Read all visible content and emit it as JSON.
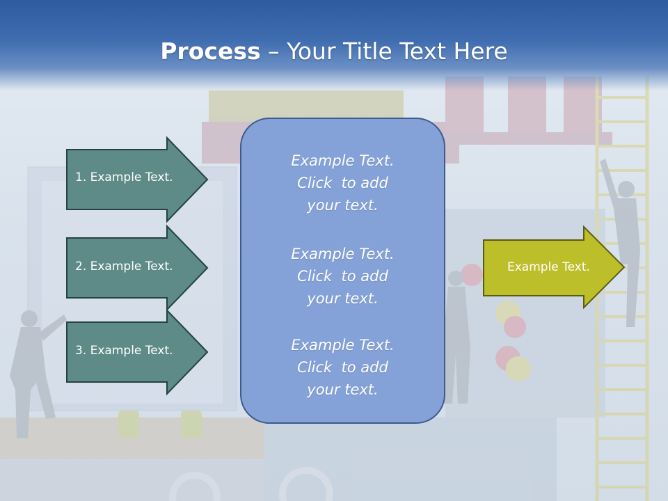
{
  "slide": {
    "title_bold": "Process",
    "title_rest": " – Your Title Text Here"
  },
  "left_arrows": [
    {
      "label": "1. Example Text."
    },
    {
      "label": "2. Example Text."
    },
    {
      "label": "3. Example Text."
    }
  ],
  "center_box": {
    "blocks": [
      {
        "lines": [
          "Example Text.",
          "Click  to add",
          "your text."
        ]
      },
      {
        "lines": [
          "Example Text.",
          "Click  to add",
          "your text."
        ]
      },
      {
        "lines": [
          "Example Text.",
          "Click  to add",
          "your text."
        ]
      }
    ]
  },
  "right_arrow": {
    "label": "Example Text."
  },
  "colors": {
    "teal_arrow_fill": "#5e8b87",
    "teal_arrow_border": "#234240",
    "yellow_arrow_fill": "#bcbf2a",
    "yellow_arrow_border": "#5b5c10",
    "center_fill": "#84a2d8",
    "header_blue": "#2e5a9f"
  }
}
